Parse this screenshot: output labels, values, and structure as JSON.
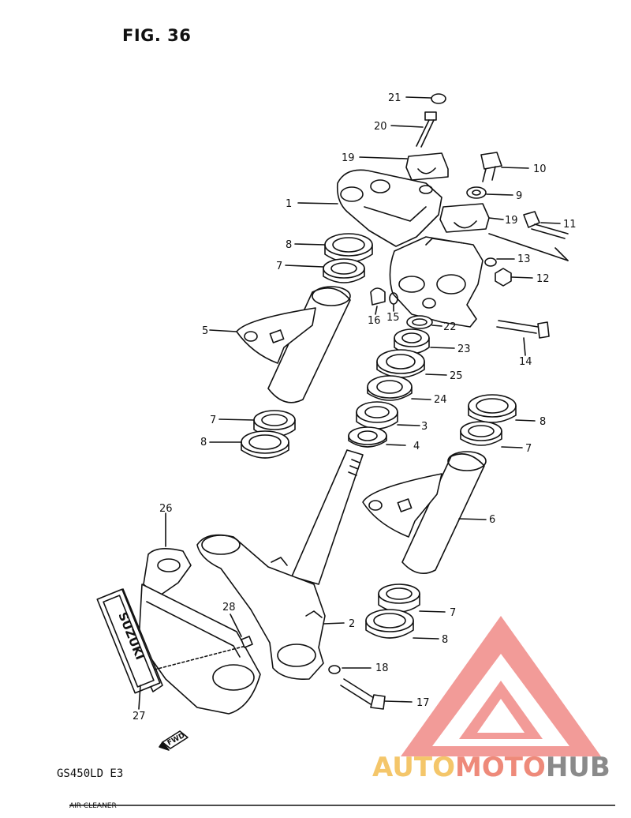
{
  "figure_title": "FIG. 36",
  "model_code": "GS450LD  E3",
  "footer_text": "AIR CLEANER",
  "watermark": {
    "part1": "AUTO",
    "part2": "MOTO",
    "part3": "HUB",
    "colors": {
      "auto": "#f4c66a",
      "moto": "#ee8a7a",
      "hub": "#8a8a8a",
      "logo": "#f08a86"
    }
  },
  "fwd_label": "FWD",
  "emblem_text": "SUZUKI",
  "labels": {
    "p1": "1",
    "p2": "2",
    "p3": "3",
    "p4": "4",
    "p5": "5",
    "p6": "6",
    "p7a": "7",
    "p7b": "7",
    "p7c": "7",
    "p7d": "7",
    "p8a": "8",
    "p8b": "8",
    "p8c": "8",
    "p8d": "8",
    "p9": "9",
    "p10": "10",
    "p11": "11",
    "p12": "12",
    "p13": "13",
    "p14": "14",
    "p15": "15",
    "p16": "16",
    "p17": "17",
    "p18": "18",
    "p19a": "19",
    "p19b": "19",
    "p20": "20",
    "p21": "21",
    "p22": "22",
    "p23": "23",
    "p24": "24",
    "p25": "25",
    "p26": "26",
    "p27": "27",
    "p28": "28"
  }
}
